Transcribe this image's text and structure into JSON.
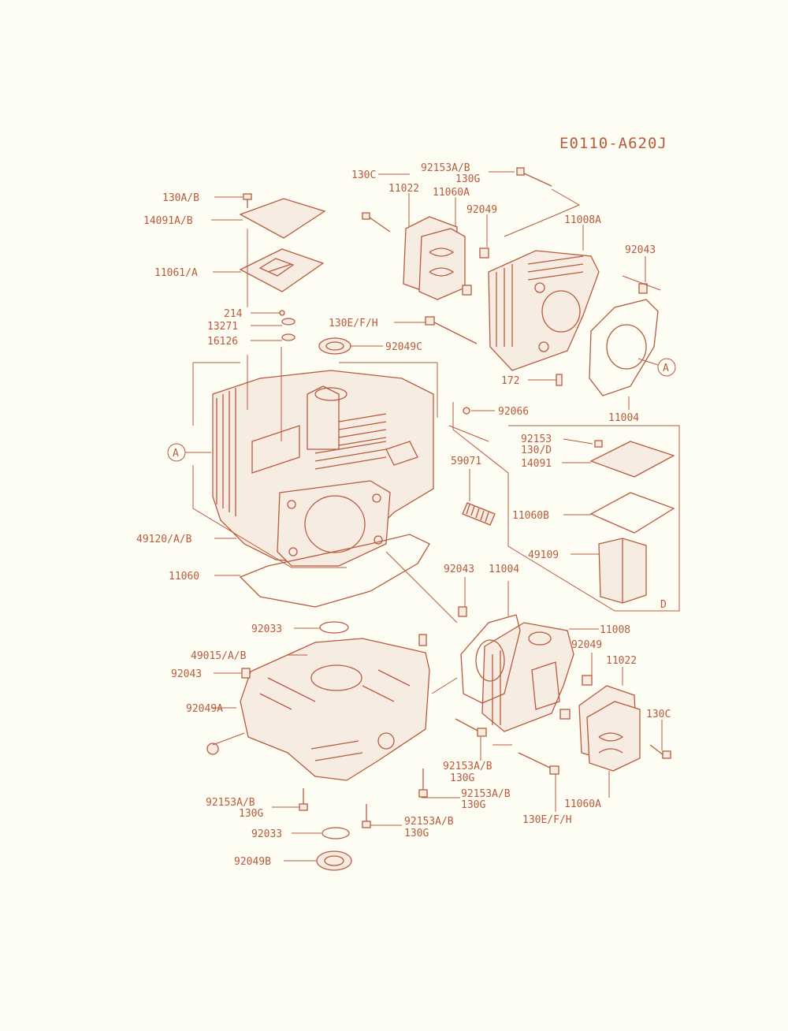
{
  "diagram_id": "E0110-A620J",
  "callouts": {
    "c_130c_top": "130C",
    "c_92153ab_top": "92153A/B",
    "c_130g_top": "130G",
    "c_11022_top": "11022",
    "c_11060a_top": "11060A",
    "c_92049_top": "92049",
    "c_11008a": "11008A",
    "c_92043_right": "92043",
    "c_130ab": "130A/B",
    "c_14091ab": "14091A/B",
    "c_11061a": "11061/A",
    "c_214": "214",
    "c_13271": "13271",
    "c_16126": "16126",
    "c_130efh_top": "130E/F/H",
    "c_92049c": "92049C",
    "c_172": "172",
    "c_92066": "92066",
    "c_11004_top": "11004",
    "c_92153_box": "92153",
    "c_130d_box": "130/D",
    "c_14091_box": "14091",
    "c_59071": "59071",
    "c_11060b": "11060B",
    "c_49109": "49109",
    "c_49120": "49120/A/B",
    "c_11060": "11060",
    "c_92043_mid": "92043",
    "c_11004_mid": "11004",
    "c_11008": "11008",
    "c_92033_top": "92033",
    "c_49015": "49015/A/B",
    "c_92049_mid": "92049",
    "c_11022_mid": "11022",
    "c_92043_left": "92043",
    "c_92049a": "92049A",
    "c_130c_right": "130C",
    "c_92153ab_m1": "92153A/B",
    "c_130g_m1": "130G",
    "c_92153ab_m2": "92153A/B",
    "c_130g_m2": "130G",
    "c_92153ab_bl": "92153A/B",
    "c_130g_bl": "130G",
    "c_92153ab_bc": "92153A/B",
    "c_130g_bc": "130G",
    "c_11060a_bot": "11060A",
    "c_130efh_bot": "130E/F/H",
    "c_92033_bot": "92033",
    "c_92049b": "92049B"
  },
  "markers": {
    "ref_a_left": "A",
    "ref_a_right": "A",
    "box_d": "D"
  }
}
